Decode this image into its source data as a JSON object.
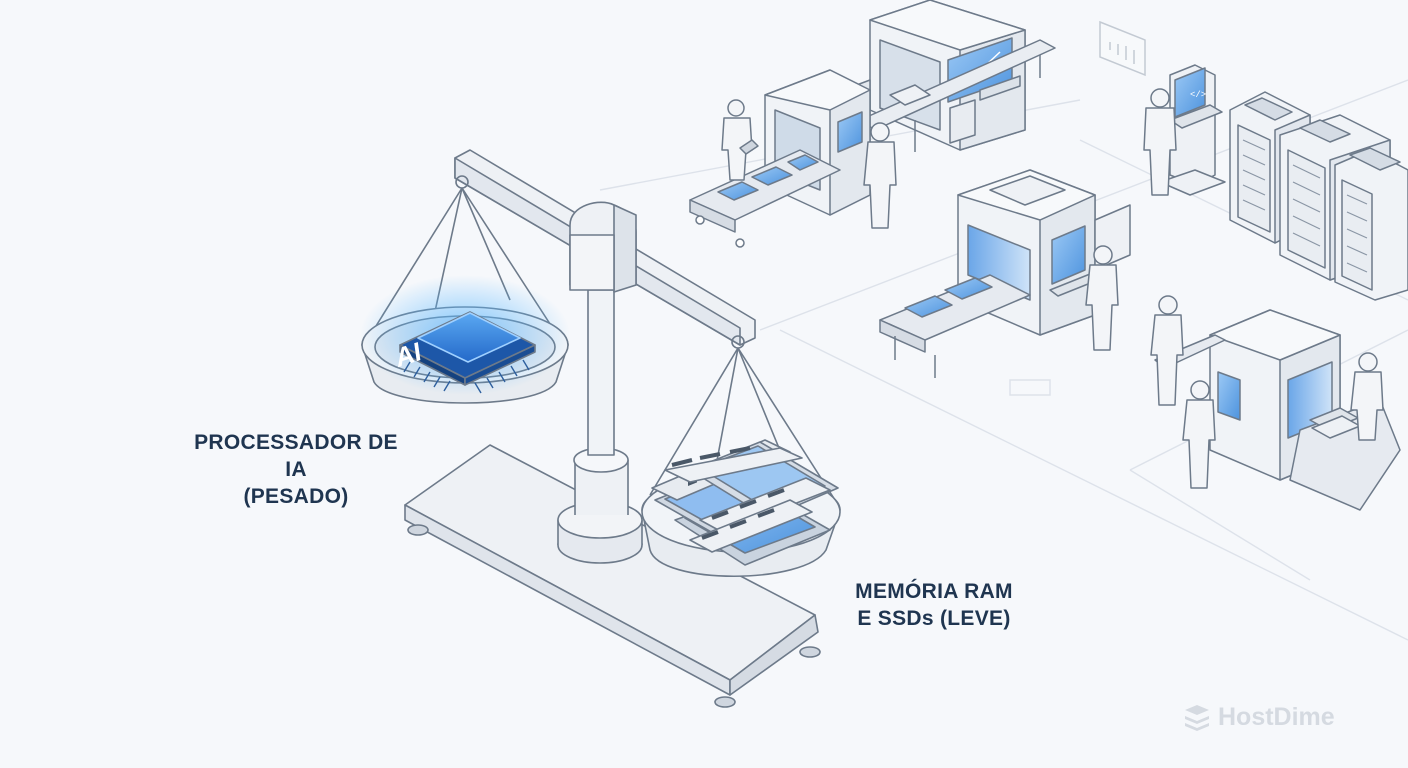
{
  "labels": {
    "heavy_line1": "PROCESSADOR DE IA",
    "heavy_line2": "(PESADO)",
    "light_line1": "MEMÓRIA RAM",
    "light_line2": "E SSDs (LEVE)"
  },
  "chip_text": "AI",
  "code_screen_text": "</>",
  "brand": {
    "name": "HostDime"
  },
  "colors": {
    "background": "#f6f8fb",
    "line": "#6d7a8a",
    "label": "#1f3550",
    "chip_blue": "#2f7de0",
    "glow": "#59b7ff",
    "logo": "#d5dae1"
  }
}
